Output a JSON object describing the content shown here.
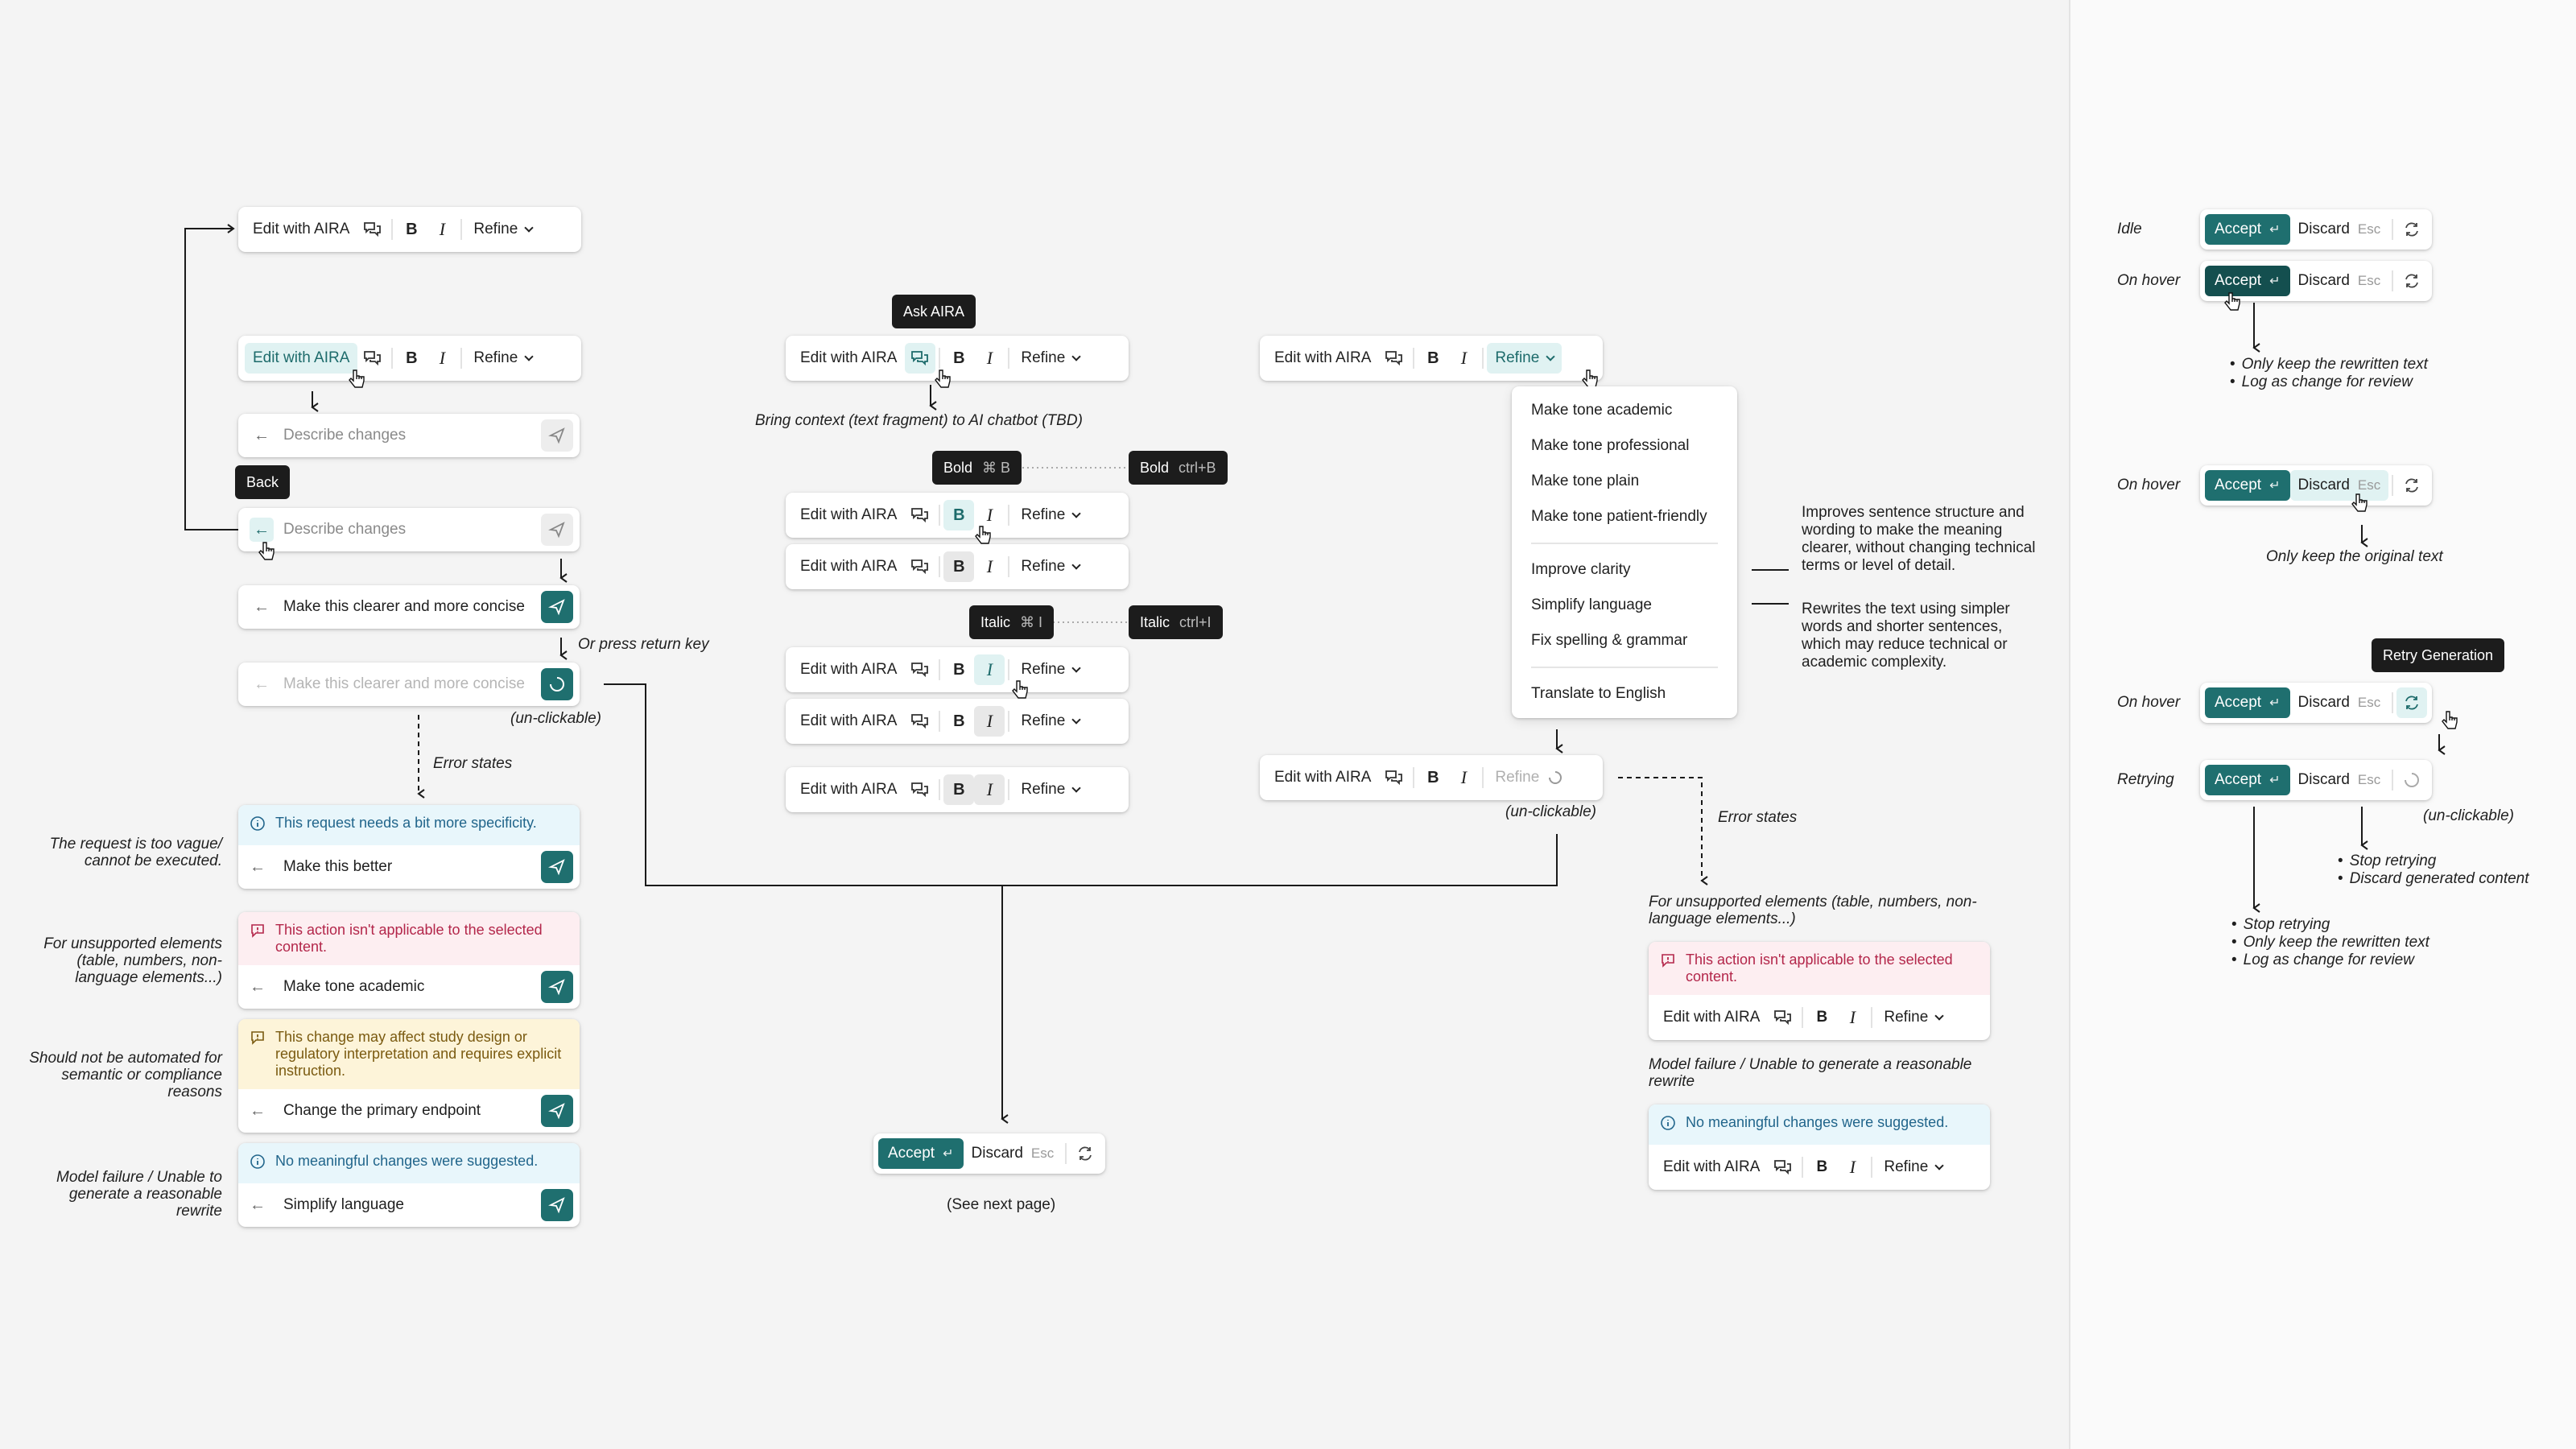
{
  "toolbar": {
    "edit": "Edit with AIRA",
    "refine": "Refine",
    "bold": "B",
    "italic": "I"
  },
  "input": {
    "placeholder": "Describe changes",
    "prompt": "Make this clearer and more concise"
  },
  "tooltips": {
    "back": "Back",
    "ask": "Ask AIRA",
    "bold_mac": "Bold",
    "bold_mac_key": "⌘ B",
    "bold_win": "Bold",
    "bold_win_key": "ctrl+B",
    "italic_mac": "Italic",
    "italic_mac_key": "⌘ I",
    "italic_win": "Italic",
    "italic_win_key": "ctrl+I",
    "retry": "Retry Generation"
  },
  "notes": {
    "return_key": "Or press return key",
    "unclickable": "(un-clickable)",
    "error_states": "Error states",
    "bring_context": "Bring context (text fragment) to AI chatbot (TBD)",
    "see_next": "(See next page)"
  },
  "errors": [
    {
      "side": "The request is too vague/ cannot be executed.",
      "type": "info",
      "message": "This request needs a bit more specificity.",
      "prompt": "Make this better"
    },
    {
      "side": "For unsupported elements (table, numbers, non-language elements...)",
      "type": "err",
      "message": "This action isn't applicable to the selected content.",
      "prompt": "Make tone academic"
    },
    {
      "side": "Should not be automated for semantic or compliance reasons",
      "type": "warn",
      "message": "This change may affect study design or regulatory interpretation and requires explicit instruction.",
      "prompt": "Change the primary endpoint"
    },
    {
      "side": "Model failure / Unable to generate a reasonable rewrite",
      "type": "info",
      "message": "No meaningful changes were suggested.",
      "prompt": "Simplify language"
    }
  ],
  "menu": {
    "group1": [
      "Make tone academic",
      "Make tone professional",
      "Make tone plain",
      "Make tone patient-friendly"
    ],
    "group2": [
      "Improve clarity",
      "Simplify language",
      "Fix spelling & grammar"
    ],
    "group3": [
      "Translate to English"
    ]
  },
  "menu_notes": {
    "clarity": "Improves sentence structure and wording to make the meaning clearer, without changing technical terms or level of detail.",
    "simplify": "Rewrites the text using simpler words and shorter sentences, which may reduce technical or academic complexity."
  },
  "refine_errors": [
    {
      "label": "For unsupported elements (table, numbers, non-language elements...)",
      "type": "err",
      "message": "This action isn't applicable to the selected content."
    },
    {
      "label": "Model failure / Unable to generate a reasonable rewrite",
      "type": "info",
      "message": "No meaningful changes were suggested."
    }
  ],
  "accept_bar": {
    "accept": "Accept",
    "discard": "Discard",
    "esc": "Esc"
  },
  "states": {
    "idle": "Idle",
    "on_hover": "On hover",
    "retrying": "Retrying"
  },
  "outcomes": {
    "accept_hover": [
      "Only keep the rewritten text",
      "Log as change for review"
    ],
    "discard_hover": "Only keep the original text",
    "retry_discard": [
      "Stop retrying",
      "Discard generated content"
    ],
    "retry_accept": [
      "Stop retrying",
      "Only keep the rewritten text",
      "Log as change for review"
    ]
  },
  "colors": {
    "teal": "#1f6f6f",
    "teal_light": "#e0f2f2",
    "info_bg": "#e8f6fb",
    "err_bg": "#fdeef1",
    "warn_bg": "#fdf4d9"
  }
}
